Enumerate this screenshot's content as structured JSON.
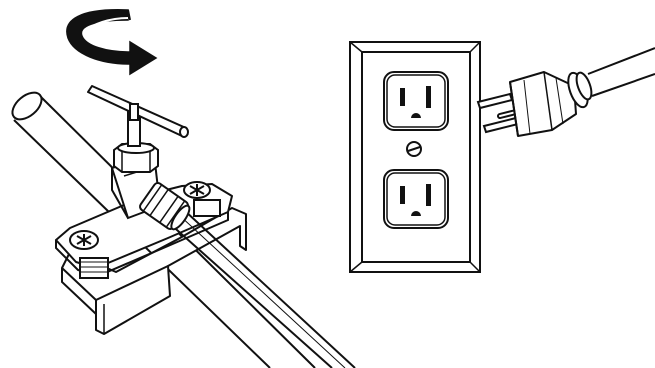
{
  "illustration": {
    "left_panel": {
      "parts": [
        "rotation-arrow",
        "water-pipe",
        "saddle-valve",
        "t-handle",
        "pipe-clamp",
        "tubing"
      ]
    },
    "right_panel": {
      "parts": [
        "wall-outlet",
        "cover-plate",
        "receptacle-top",
        "receptacle-bottom",
        "power-plug",
        "power-cord"
      ]
    },
    "colors": {
      "line": "#111111",
      "fill": "#ffffff",
      "shade": "#d9d9d9",
      "arrow": "#111111"
    },
    "icons": [
      "curved-rotation-arrow-icon",
      "screw-icon",
      "outlet-icon",
      "plug-icon"
    ]
  }
}
